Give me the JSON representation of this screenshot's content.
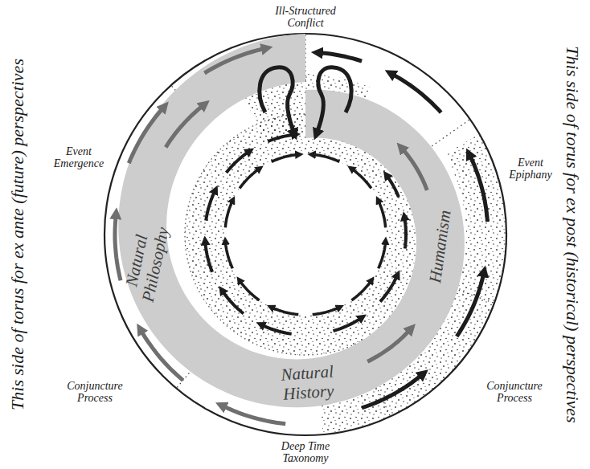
{
  "diagram": {
    "nodes": [
      {
        "text": [
          "Natural Philosophy",
          "Natural History",
          "Humanism"
        ]
      }
    ],
    "labels": [
      "Ill-Structured Conflict",
      "Event Emergence",
      "Event Epiphany",
      "Conjuncture Process",
      "Conjuncture Process",
      "Deep Time Taxonomy",
      "This side of torus for ex ante (future) perspectives",
      "This side of torus for ex post (historical) perspectives"
    ]
  }
}
